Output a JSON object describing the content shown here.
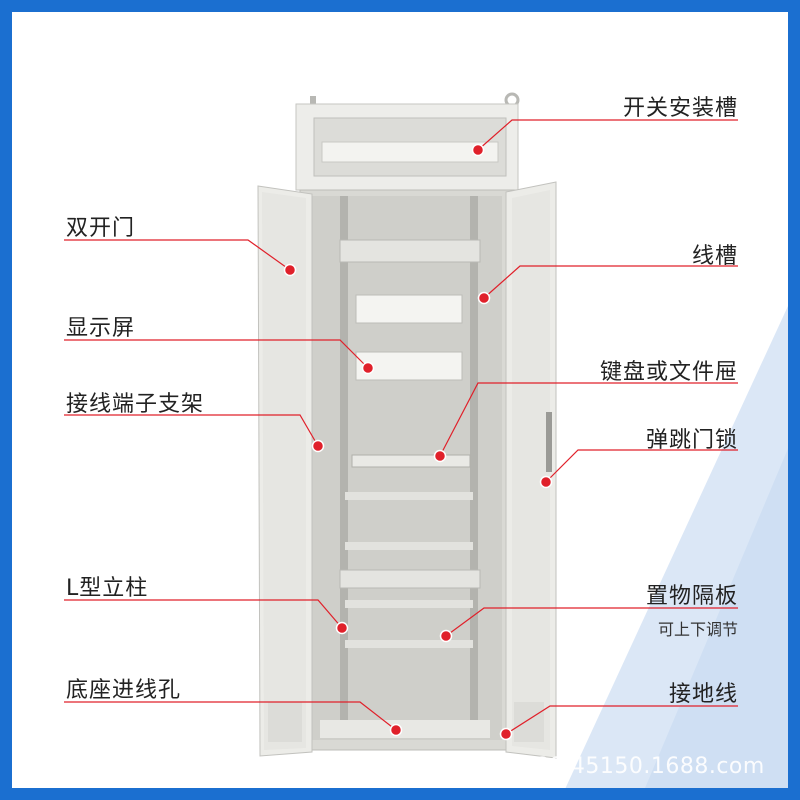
{
  "labels": {
    "switch_slot": "开关安装槽",
    "double_door": "双开门",
    "wire_trough": "线槽",
    "display": "显示屏",
    "keyboard_drawer": "键盘或文件屉",
    "terminal_bracket": "接线端子支架",
    "spring_lock": "弹跳门锁",
    "l_column": "L型立柱",
    "shelf": "置物隔板",
    "shelf_sub": "可上下调节",
    "base_hole": "底座进线孔",
    "ground_wire": "接地线"
  },
  "watermark": "shop9546u89l45150.1688.com",
  "colors": {
    "frame": "#1b6fd0",
    "leader": "#e0202a",
    "cabinet": "#e6e6e2",
    "background_blue": "#dde9f7"
  }
}
